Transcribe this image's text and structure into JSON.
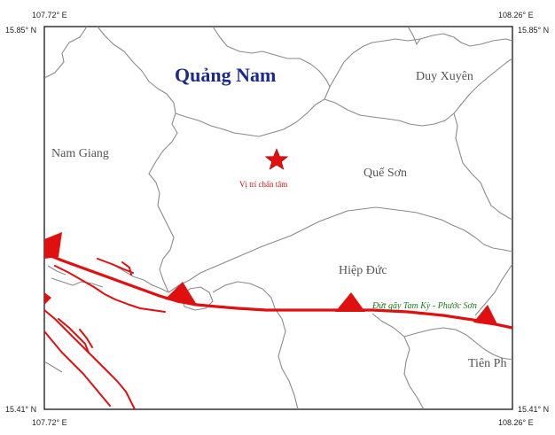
{
  "title": "Quảng Nam",
  "coordinates": {
    "top_left_lon": "107.72° E",
    "top_left_lat": "15.85° N",
    "top_right_lon": "108.26° E",
    "top_right_lat": "15.85° N",
    "bottom_left_lat": "15.41° N",
    "bottom_left_lon": "107.72° E",
    "bottom_right_lat": "15.41° N",
    "bottom_right_lon": "108.26° E"
  },
  "districts": {
    "duy_xuyen": "Duy Xuyên",
    "nam_giang": "Nam Giang",
    "que_son": "Quế Sơn",
    "hiep_duc": "Hiệp Đức",
    "tien_phuoc": "Tiên Ph"
  },
  "epicenter": {
    "label": "Vị trí chấn tâm",
    "color": "#e01010"
  },
  "fault": {
    "label": "Đứt gãy Tam Kỳ - Phước Sơn",
    "color": "#e01010"
  },
  "colors": {
    "province_title": "#1b2a8c",
    "district_text": "#555555",
    "boundary": "#888888",
    "fault_label": "#1a7a1a"
  }
}
